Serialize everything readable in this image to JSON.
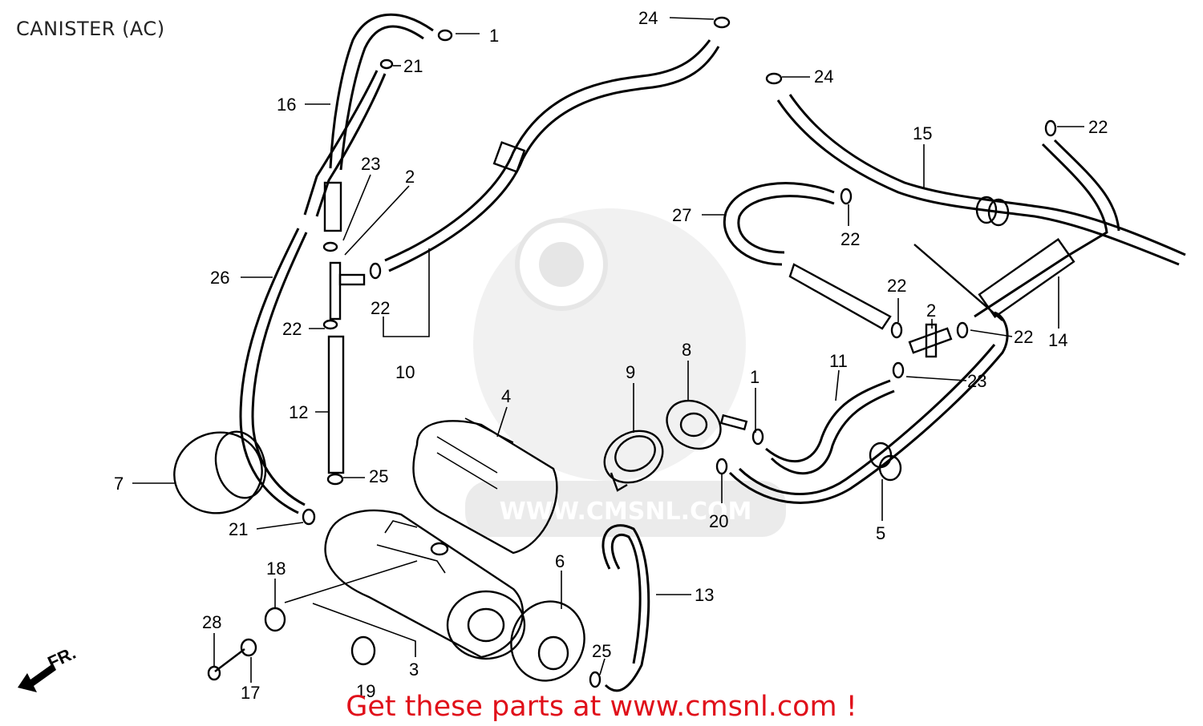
{
  "header": {
    "title": "CANISTER (AC)"
  },
  "footer": {
    "text": "Get these parts at www.cmsnl.com !"
  },
  "direction_marker": {
    "label": "FR."
  },
  "watermark": {
    "text": "WWW.CMSNL.COM"
  },
  "colors": {
    "footer": "#e0101a",
    "line": "#000000",
    "watermark": "#d8d8d8"
  },
  "callouts": [
    "1",
    "21",
    "16",
    "23",
    "2",
    "26",
    "22",
    "22",
    "10",
    "12",
    "25",
    "7",
    "21",
    "18",
    "28",
    "17",
    "19",
    "3",
    "4",
    "6",
    "25",
    "13",
    "9",
    "8",
    "1",
    "20",
    "24",
    "24",
    "15",
    "22",
    "27",
    "22",
    "22",
    "2",
    "22",
    "14",
    "11",
    "23",
    "5"
  ]
}
